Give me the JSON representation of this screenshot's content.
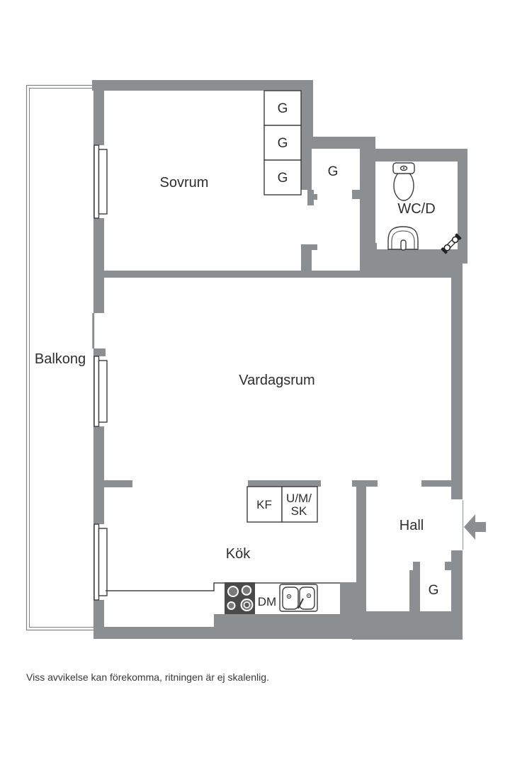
{
  "rooms": {
    "sovrum": "Sovrum",
    "balkong": "Balkong",
    "vardagsrum": "Vardagsrum",
    "kok": "Kök",
    "hall": "Hall",
    "wc_dusch": "WC/D"
  },
  "labels": {
    "closet": "G",
    "fridge_freezer": "KF",
    "laundry_line1": "U/M/",
    "laundry_line2": "SK",
    "dishwasher": "DM"
  },
  "colors": {
    "wall": "#8b8f92",
    "outline": "#3d3d3d",
    "stove": "#4a4a4a",
    "text": "#2e2e2e"
  },
  "footer": {
    "disclaimer": "Viss avvikelse kan förekomma, ritningen är ej skalenlig."
  }
}
